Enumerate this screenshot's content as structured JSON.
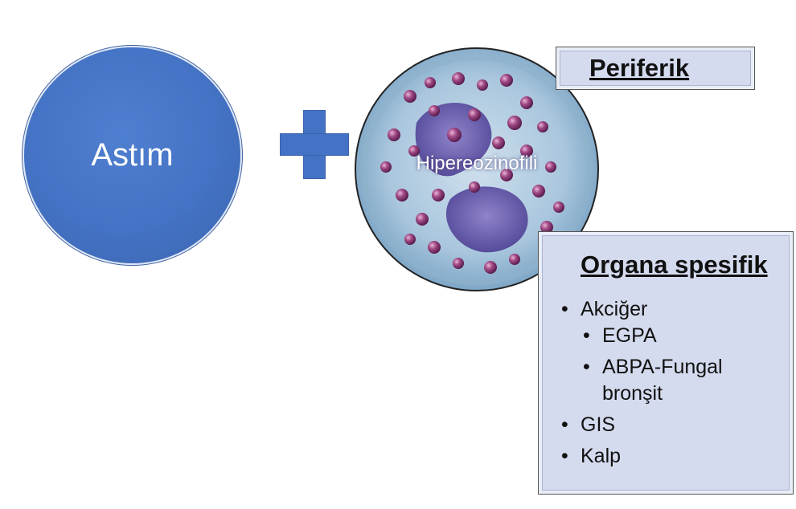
{
  "left_circle": {
    "label": "Astım",
    "color": "#4472c4"
  },
  "operator": {
    "symbol": "plus-sign",
    "color": "#4472c4"
  },
  "center_circle": {
    "label": "Hipereozinofili",
    "image": "eosinophil-cell-illustration"
  },
  "box_peripheral": {
    "title": "Periferik"
  },
  "box_organ": {
    "title": "Organa spesifik",
    "items": [
      {
        "label": "Akciğer"
      },
      {
        "label": "EGPA"
      },
      {
        "label": "ABPA-Fungal",
        "continuation": "bronşit"
      },
      {
        "label": "GIS"
      },
      {
        "label": "Kalp"
      }
    ]
  }
}
